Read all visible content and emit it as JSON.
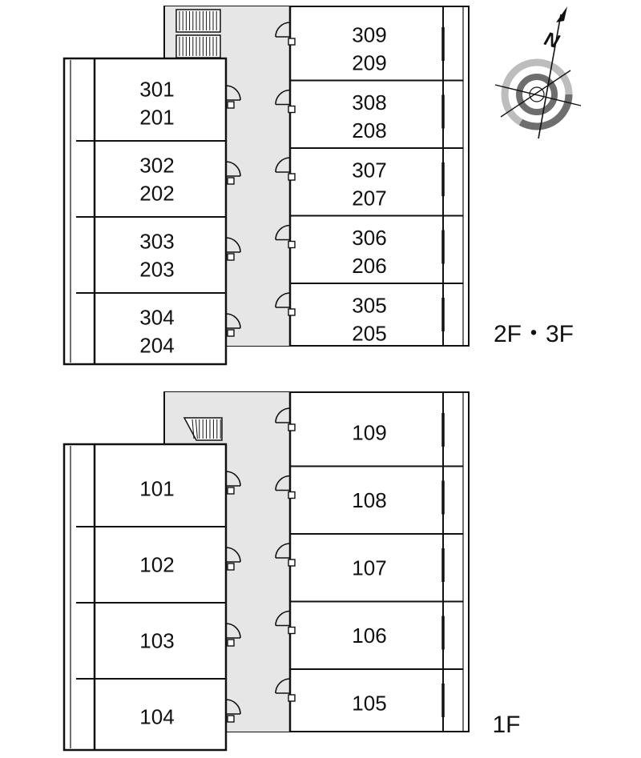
{
  "upper_plan": {
    "floor_label": "2F・3F",
    "left_rooms": [
      {
        "top": "301",
        "bottom": "201"
      },
      {
        "top": "302",
        "bottom": "202"
      },
      {
        "top": "303",
        "bottom": "203"
      },
      {
        "top": "304",
        "bottom": "204"
      }
    ],
    "right_rooms": [
      {
        "top": "309",
        "bottom": "209"
      },
      {
        "top": "308",
        "bottom": "208"
      },
      {
        "top": "307",
        "bottom": "207"
      },
      {
        "top": "306",
        "bottom": "206"
      },
      {
        "top": "305",
        "bottom": "205"
      }
    ]
  },
  "lower_plan": {
    "floor_label": "1F",
    "left_rooms": [
      {
        "top": "101"
      },
      {
        "top": "102"
      },
      {
        "top": "103"
      },
      {
        "top": "104"
      }
    ],
    "right_rooms": [
      {
        "top": "109"
      },
      {
        "top": "108"
      },
      {
        "top": "107"
      },
      {
        "top": "106"
      },
      {
        "top": "105"
      }
    ]
  },
  "compass": {
    "north_label": "N"
  },
  "colors": {
    "line": "#111111",
    "corridor": "#e6e6e6",
    "compass_light": "#bdbdbd",
    "compass_dark": "#6e6e6e"
  }
}
